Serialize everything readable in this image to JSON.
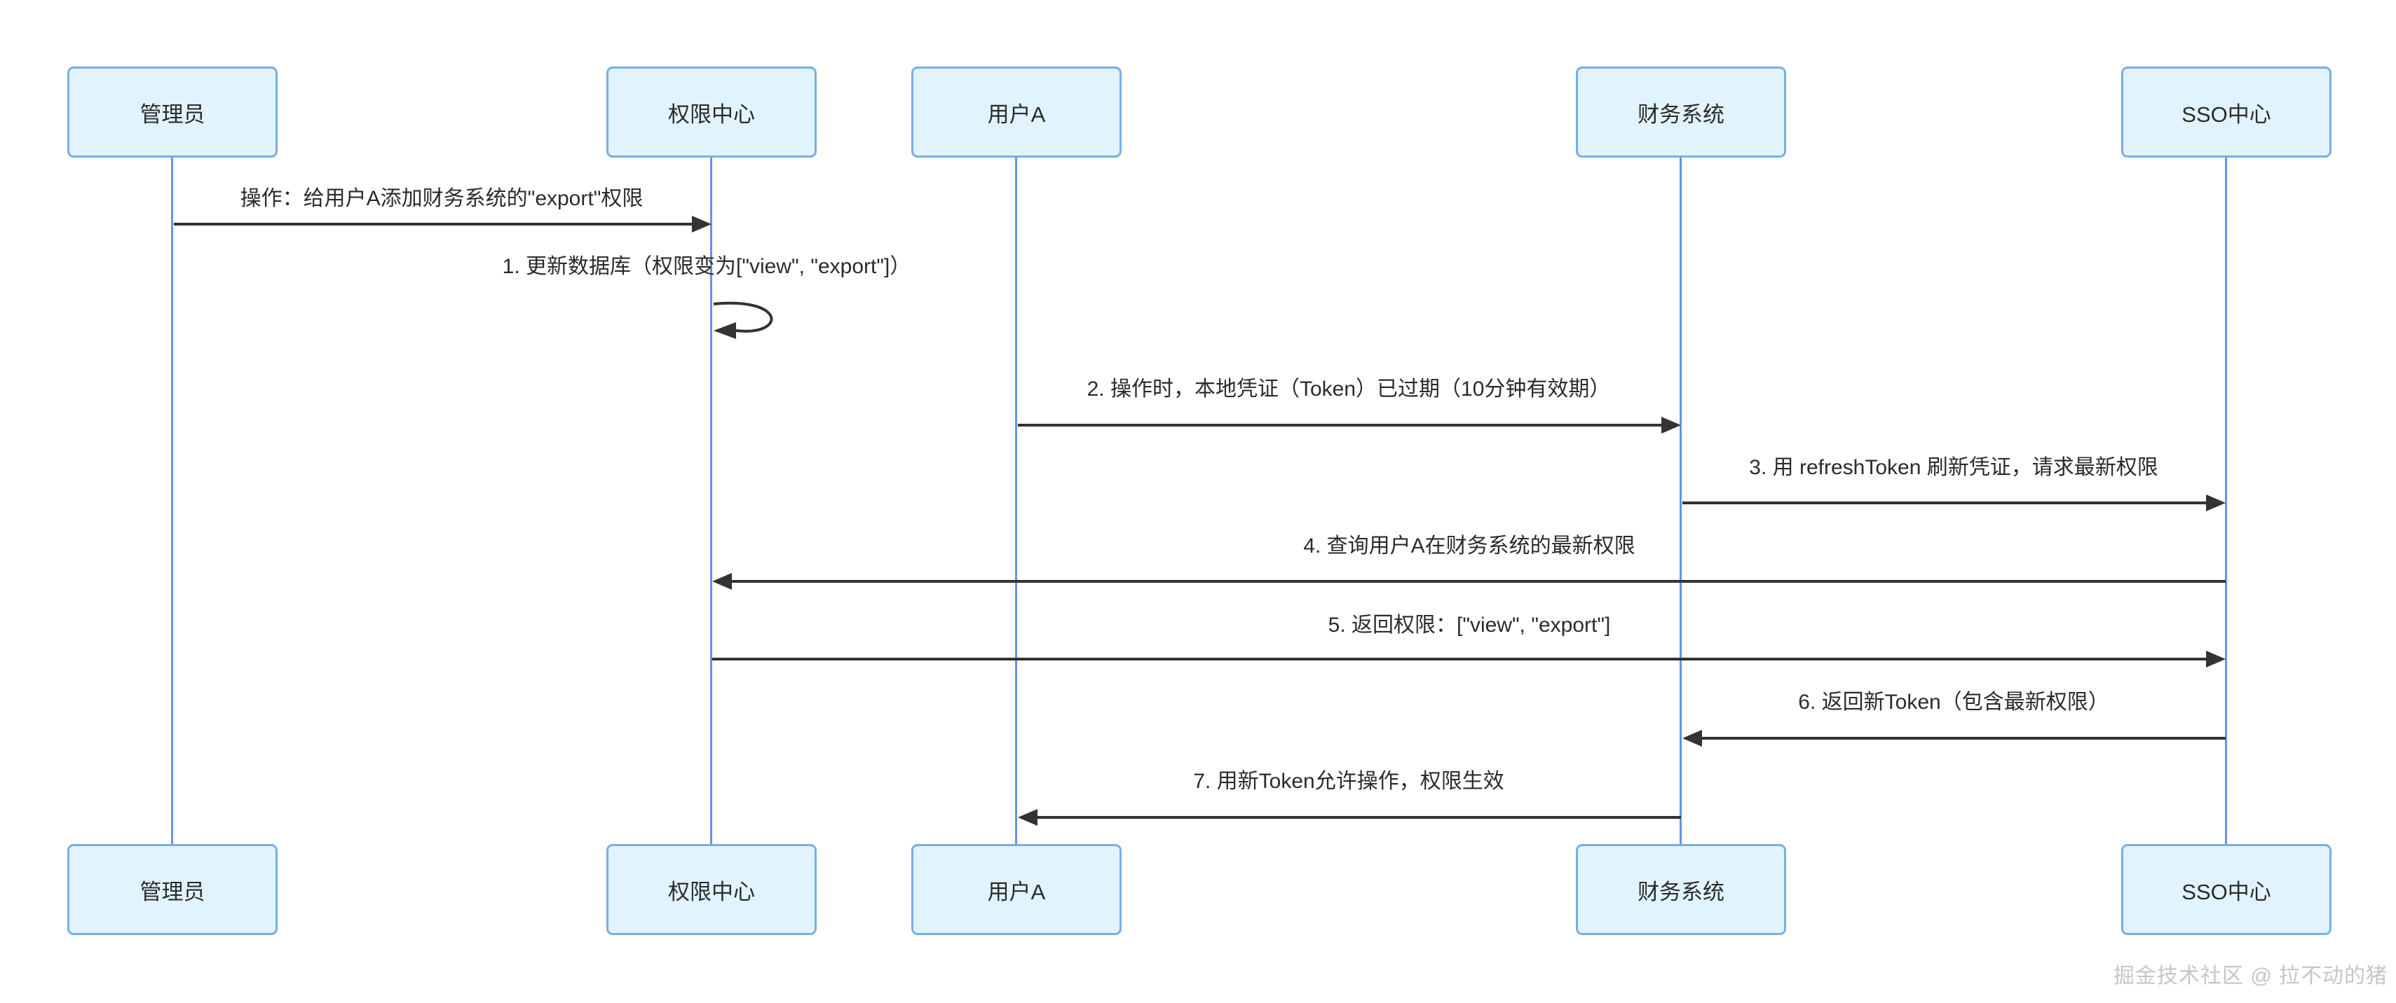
{
  "diagram": {
    "type": "sequence-diagram",
    "colors": {
      "actor_fill": "#e1f3fc",
      "actor_border": "#78aee8",
      "lifeline": "#6095e8",
      "message": "#333333",
      "watermark": "#c6c6c6",
      "background": "#ffffff"
    },
    "actors": [
      {
        "id": "admin",
        "label": "管理员"
      },
      {
        "id": "perm",
        "label": "权限中心"
      },
      {
        "id": "usera",
        "label": "用户A"
      },
      {
        "id": "finance",
        "label": "财务系统"
      },
      {
        "id": "sso",
        "label": "SSO中心"
      }
    ],
    "messages": [
      {
        "from": "admin",
        "to": "perm",
        "style": "solid",
        "label": "操作：给用户A添加财务系统的\"export\"权限"
      },
      {
        "from": "perm",
        "to": "perm",
        "style": "self-loop",
        "label": "1. 更新数据库（权限变为[\"view\", \"export\"]）"
      },
      {
        "from": "usera",
        "to": "finance",
        "style": "solid",
        "label": "2. 操作时，本地凭证（Token）已过期（10分钟有效期）"
      },
      {
        "from": "finance",
        "to": "sso",
        "style": "solid",
        "label": "3. 用 refreshToken 刷新凭证，请求最新权限"
      },
      {
        "from": "sso",
        "to": "perm",
        "style": "solid",
        "label": "4. 查询用户A在财务系统的最新权限"
      },
      {
        "from": "perm",
        "to": "sso",
        "style": "solid",
        "label": "5. 返回权限：[\"view\", \"export\"]"
      },
      {
        "from": "sso",
        "to": "finance",
        "style": "solid",
        "label": "6. 返回新Token（包含最新权限）"
      },
      {
        "from": "finance",
        "to": "usera",
        "style": "solid",
        "label": "7. 用新Token允许操作，权限生效"
      }
    ],
    "watermark": "掘金技术社区 @ 拉不动的猪"
  }
}
